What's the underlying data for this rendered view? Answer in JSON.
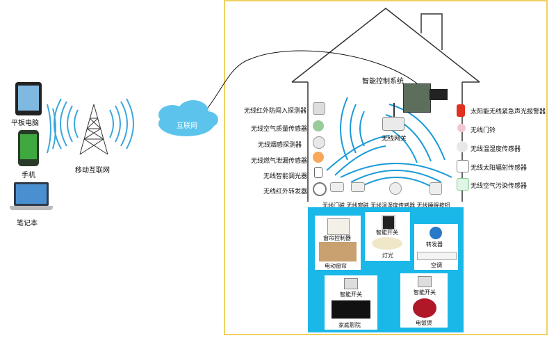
{
  "left_devices": {
    "tablet": "平板电脑",
    "phone": "手机",
    "laptop": "笔记本"
  },
  "tower_label": "移动互联网",
  "cloud_label": "互联网",
  "house": {
    "control_system": "智能控制系统",
    "gateway": "无线网关",
    "left_sensors": [
      "无线红外防闯入探测器",
      "无线空气质量传感器",
      "无线烟感探测器",
      "无线燃气泄漏传感器",
      "无线智能调光器",
      "无线红外转发器"
    ],
    "right_sensors": [
      "太阳能无线紧急声光报警器",
      "无线门铃",
      "无线温湿度传感器",
      "无线太阳辐射传感器",
      "无线空气污染传感器"
    ],
    "bottom_sensors": "无线门磁  无线窗磁  无线温湿度传感器  无线睡眠按钮"
  },
  "appliances": {
    "curtain_control": "窗帘控制器",
    "electric_curtain": "电动窗帘",
    "smart_switch_1": "智能开关",
    "light": "灯光",
    "transmitter": "转发器",
    "aircon": "空调",
    "smart_switch_2": "智能开关",
    "home_theater": "家庭影院",
    "smart_switch_3": "智能开关",
    "rice_cooker": "电饭煲"
  },
  "colors": {
    "frame": "#f0d060",
    "panel": "#1ab8e8",
    "cloud": "#5cc4ec",
    "wave": "#1b9bd7"
  }
}
